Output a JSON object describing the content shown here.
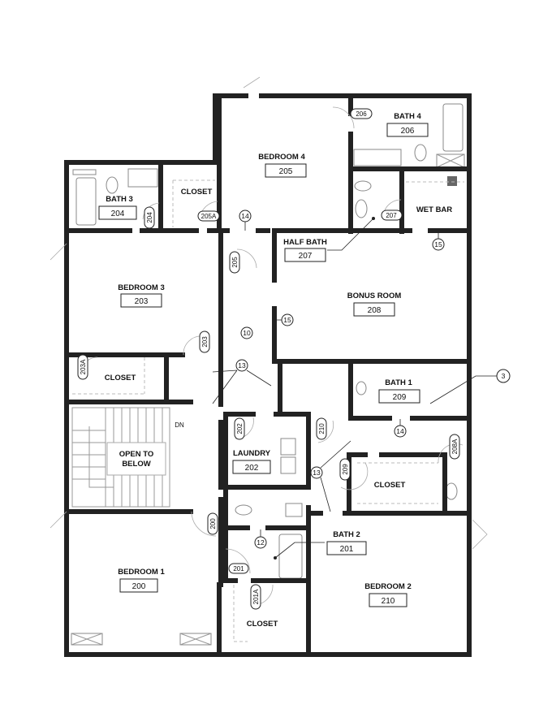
{
  "rooms": {
    "bedroom4": {
      "name": "BEDROOM 4",
      "number": "205"
    },
    "bath4": {
      "name": "BATH 4",
      "number": "206"
    },
    "bath3": {
      "name": "BATH 3",
      "number": "204"
    },
    "closet205a": {
      "name": "CLOSET"
    },
    "wet_bar": {
      "name": "WET BAR"
    },
    "half_bath": {
      "name": "HALF BATH",
      "number": "207"
    },
    "bedroom3": {
      "name": "BEDROOM 3",
      "number": "203"
    },
    "bonus_room": {
      "name": "BONUS ROOM",
      "number": "208"
    },
    "closet203a": {
      "name": "CLOSET"
    },
    "bath1": {
      "name": "BATH 1",
      "number": "209"
    },
    "open_to_below": {
      "line1": "OPEN TO",
      "line2": "BELOW"
    },
    "laundry": {
      "name": "LAUNDRY",
      "number": "202"
    },
    "closet209": {
      "name": "CLOSET"
    },
    "bath2": {
      "name": "BATH 2",
      "number": "201"
    },
    "bedroom1": {
      "name": "BEDROOM 1",
      "number": "200"
    },
    "bedroom2": {
      "name": "BEDROOM 2",
      "number": "210"
    },
    "closet201a": {
      "name": "CLOSET"
    }
  },
  "door_tags": {
    "d206": "206",
    "d205a": "205A",
    "d204": "204",
    "d205": "205",
    "d207": "207",
    "d203": "203",
    "d203a": "203A",
    "d202": "202",
    "d210": "210",
    "d209": "209",
    "d208a": "208A",
    "d200": "200",
    "d201": "201",
    "d201a": "201A"
  },
  "keynotes": {
    "k14a": "14",
    "k15a": "15",
    "k15b": "15",
    "k10": "10",
    "k13a": "13",
    "k13b": "13",
    "k3": "3",
    "k14b": "14",
    "k12": "12"
  },
  "stair": {
    "direction": "DN"
  }
}
